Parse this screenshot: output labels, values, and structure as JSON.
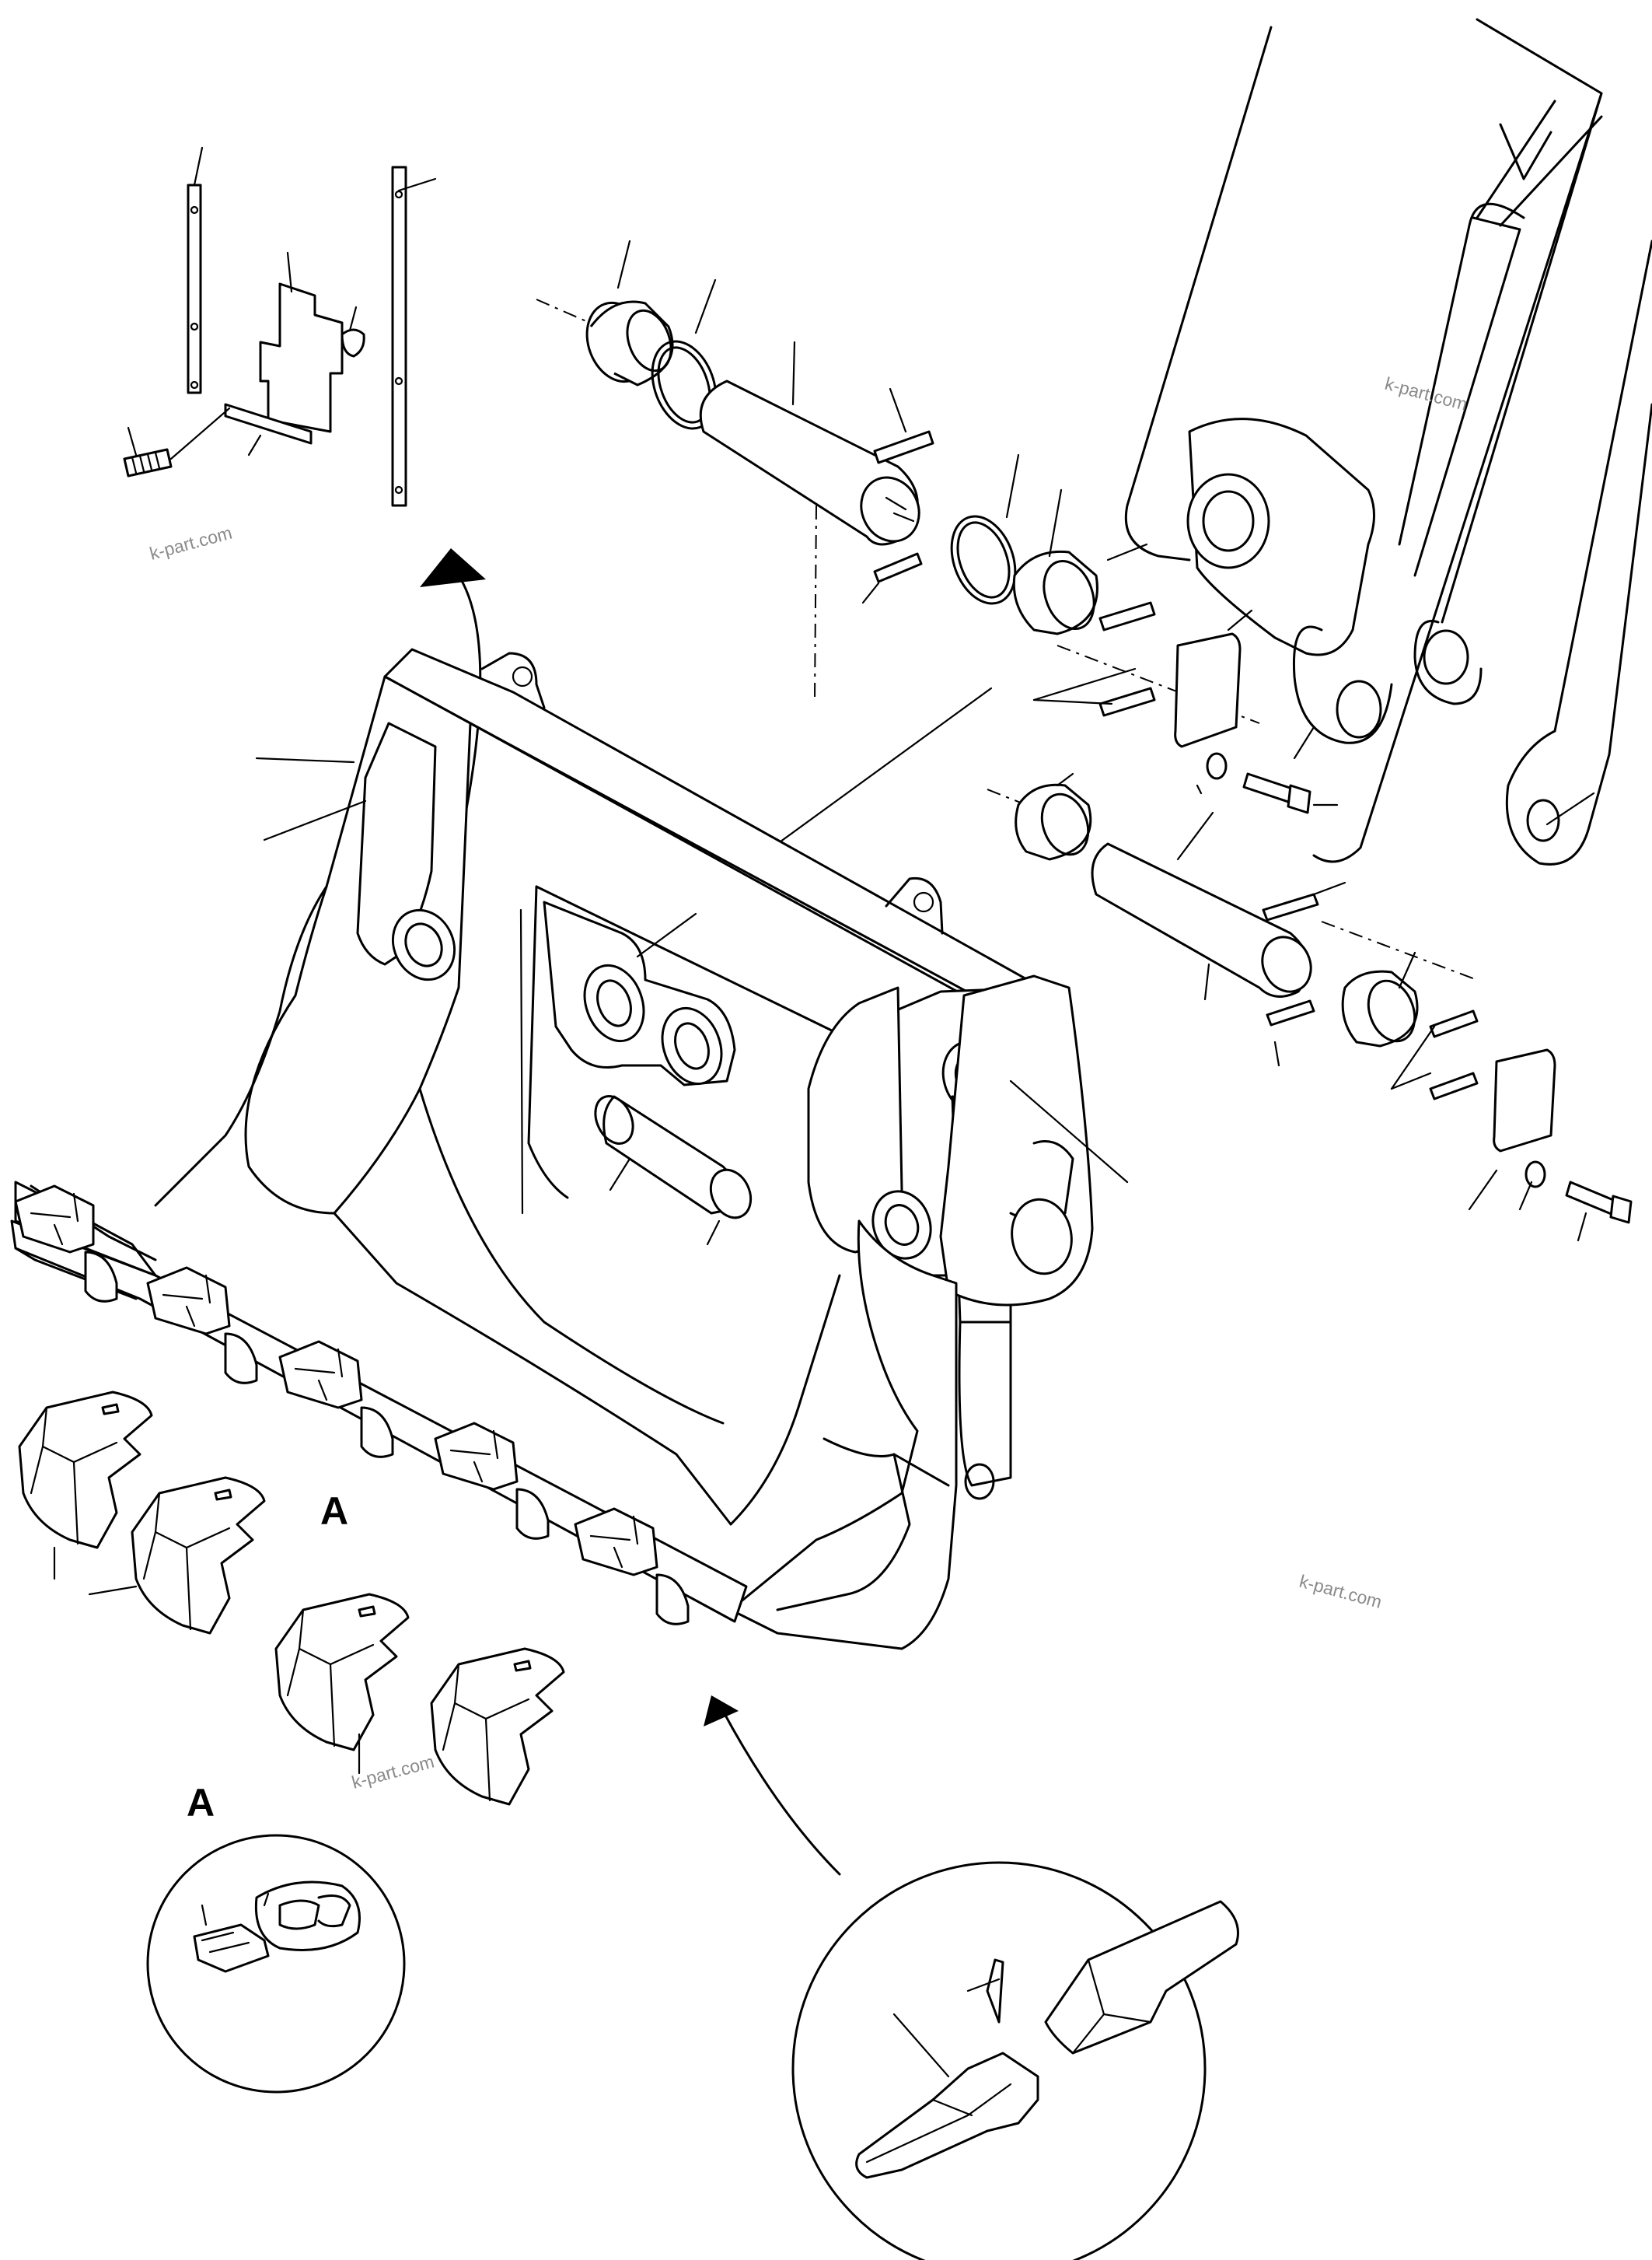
{
  "watermarks": [
    {
      "text": "k-part.com"
    },
    {
      "text": "k-part.com"
    },
    {
      "text": "k-part.com"
    },
    {
      "text": "k-part.com"
    }
  ],
  "callouts": {
    "teeth_label": "A",
    "detail_label": "A"
  },
  "colors": {
    "line": "#000000",
    "background": "#ffffff",
    "watermark": "#8a8a8a"
  }
}
